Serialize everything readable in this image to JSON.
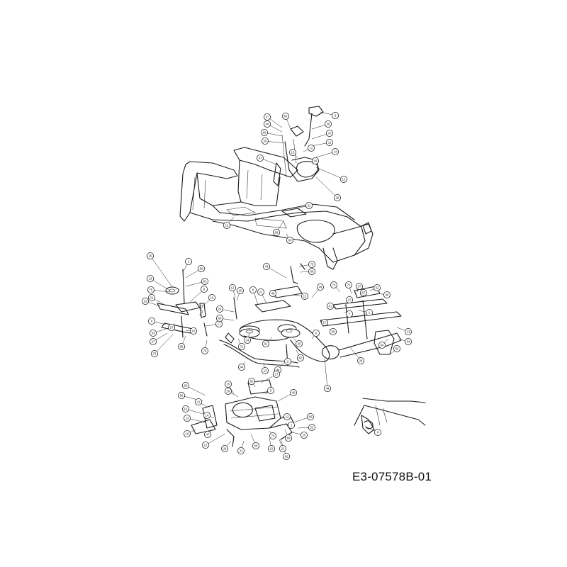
{
  "drawing_code": "E3-07578B-01",
  "callouts": [
    {
      "label": "27"
    },
    {
      "label": "60"
    },
    {
      "label": "5"
    },
    {
      "label": "40"
    },
    {
      "label": "26"
    },
    {
      "label": "60"
    },
    {
      "label": "70"
    },
    {
      "label": "28"
    },
    {
      "label": "11"
    },
    {
      "label": "12"
    },
    {
      "label": "13"
    },
    {
      "label": "14"
    },
    {
      "label": "16"
    },
    {
      "label": "47"
    },
    {
      "label": "12"
    },
    {
      "label": "28"
    },
    {
      "label": "31"
    },
    {
      "label": "66"
    },
    {
      "label": "12"
    },
    {
      "label": "60"
    },
    {
      "label": "25"
    },
    {
      "label": "1"
    },
    {
      "label": "13"
    },
    {
      "label": "60"
    },
    {
      "label": "75"
    },
    {
      "label": "62"
    },
    {
      "label": "21"
    },
    {
      "label": "6"
    },
    {
      "label": "22"
    },
    {
      "label": "16"
    },
    {
      "label": "9"
    },
    {
      "label": "27"
    },
    {
      "label": "17"
    },
    {
      "label": "10"
    },
    {
      "label": "33"
    },
    {
      "label": "27"
    },
    {
      "label": "66"
    },
    {
      "label": "75"
    },
    {
      "label": "76"
    },
    {
      "label": "43"
    },
    {
      "label": "75"
    },
    {
      "label": "68"
    },
    {
      "label": "60"
    },
    {
      "label": "12"
    },
    {
      "label": "15"
    },
    {
      "label": "8"
    },
    {
      "label": "21"
    },
    {
      "label": "46"
    },
    {
      "label": "20"
    },
    {
      "label": "13"
    },
    {
      "label": "49"
    },
    {
      "label": "75"
    },
    {
      "label": "73"
    },
    {
      "label": "37"
    },
    {
      "label": "67"
    },
    {
      "label": "52"
    },
    {
      "label": "48"
    },
    {
      "label": "27"
    },
    {
      "label": "61"
    },
    {
      "label": "1"
    },
    {
      "label": "7"
    },
    {
      "label": "38"
    },
    {
      "label": "17"
    },
    {
      "label": "28"
    },
    {
      "label": "64"
    },
    {
      "label": "13"
    },
    {
      "label": "34"
    },
    {
      "label": "55"
    },
    {
      "label": "62"
    },
    {
      "label": "24"
    },
    {
      "label": "71"
    },
    {
      "label": "2"
    },
    {
      "label": "62"
    },
    {
      "label": "30"
    },
    {
      "label": "46"
    },
    {
      "label": "44"
    },
    {
      "label": "13"
    },
    {
      "label": "8"
    },
    {
      "label": "49"
    }
  ]
}
